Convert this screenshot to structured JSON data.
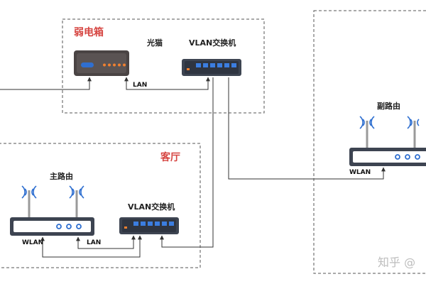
{
  "zones": {
    "weak_box": "弱电箱",
    "living_room": "客厅"
  },
  "devices": {
    "modem": "光猫",
    "switch_top": "VLAN交换机",
    "main_router": "主路由",
    "switch_bottom": "VLAN交换机",
    "sub_router": "副路由"
  },
  "ports": {
    "modem_lan": "LAN",
    "main_wlan": "WLAN",
    "main_lan": "LAN",
    "sub_wlan": "WLAN"
  },
  "watermark": "知乎 @",
  "colors": {
    "zone_title": "#d64541",
    "device_body": "#3d4451",
    "modem_body": "#4a4444",
    "port_blue": "#2f6fd0",
    "led_orange": "#f08030",
    "line": "#333333",
    "dash": "#555555"
  }
}
